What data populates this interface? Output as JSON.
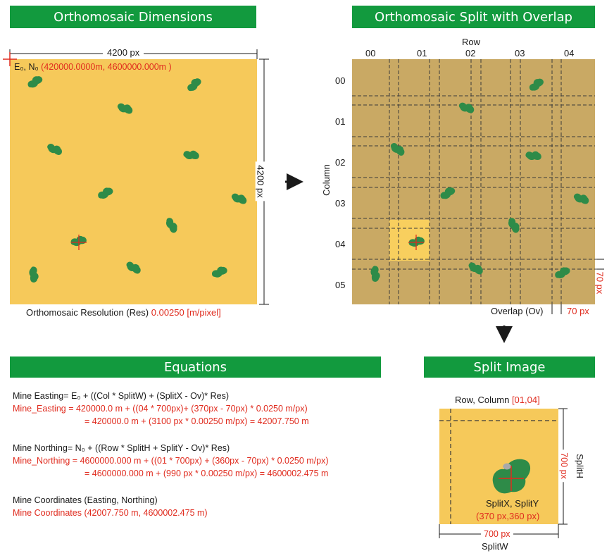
{
  "banners": {
    "dimensions": "Orthomosaic Dimensions",
    "split": "Orthomosaic Split with Overlap",
    "equations": "Equations",
    "split_image": "Split Image"
  },
  "colors": {
    "banner": "#129a3e",
    "sand": "#f6c95a",
    "sand_dark": "#c9a964",
    "highlight": "#f8cf5e",
    "plant": "#2e8b48",
    "red": "#e02b1e"
  },
  "dimensions_panel": {
    "width_label": "4200 px",
    "height_label": "4200 px",
    "origin_label": "E₀, N₀",
    "origin_value": "(420000.0000m, 4600000.000m )",
    "resolution_label": "Orthomosaic Resolution (Res)",
    "resolution_value": "0.00250 [m/pixel]"
  },
  "split_panel": {
    "row_title": "Row",
    "column_title": "Column",
    "row_labels": [
      "00",
      "01",
      "02",
      "03",
      "04"
    ],
    "column_labels": [
      "00",
      "01",
      "02",
      "03",
      "04",
      "05"
    ],
    "overlap_label": "Overlap (Ov)",
    "overlap_value": "70 px",
    "overlap_vertical_value": "70 px"
  },
  "equations": {
    "easting_label": "Mine Easting= E₀ +  ((Col * SplitW) + (SplitX  - Ov)* Res)",
    "easting_line1": "Mine_Easting  = 420000.0 m + ((04 * 700px)+ (370px - 70px) * 0.0250 m/px)",
    "easting_line2": "= 420000.0 m + (3100 px * 0.00250 m/px)  = 42007.750 m",
    "northing_label": "Mine Northing= N₀ + ((Row * SplitH + SplitY - Ov)* Res)",
    "northing_line1": "Mine_Northing  = 4600000.000  m + ((01 * 700px) + (360px - 70px) * 0.0250 m/px)",
    "northing_line2": "= 4600000.000  m + (990 px * 0.00250 m/px) = 4600002.475 m",
    "coords_label": "Mine Coordinates  (Easting, Northing)",
    "coords_value": "Mine Coordinates (42007.750 m, 4600002.475 m)"
  },
  "split_image_panel": {
    "rowcol_label": "Row, Column",
    "rowcol_value": "[01,04]",
    "splitx_label": "SplitX, SplitY",
    "splitx_value": "(370 px,360 px)",
    "width_value": "700 px",
    "width_label": "SplitW",
    "height_value": "700 px",
    "height_label": "SplitH"
  },
  "icons": {
    "arrow_right": "arrow-right-icon",
    "arrow_down": "arrow-down-icon",
    "crosshair": "crosshair-icon"
  }
}
